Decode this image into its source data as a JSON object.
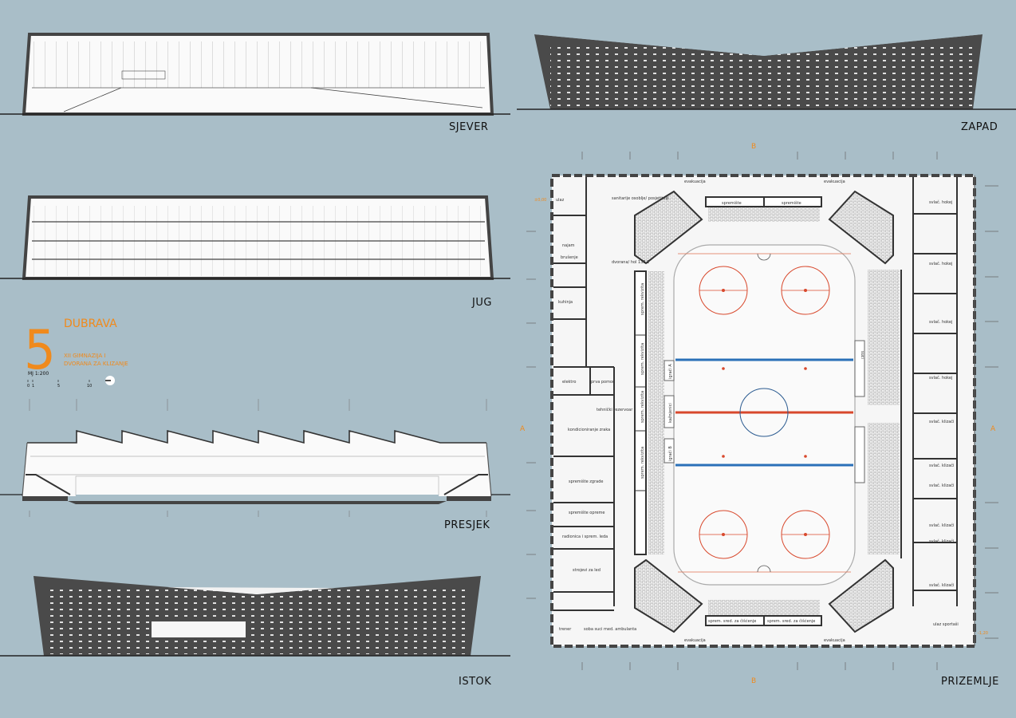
{
  "sheet": {
    "views": {
      "north": "SJEVER",
      "west": "ZAPAD",
      "south": "JUG",
      "section": "PRESJEK",
      "east": "ISTOK",
      "ground_floor": "PRIZEMLJE"
    },
    "title_block": {
      "number": "5",
      "name": "DUBRAVA",
      "subtitle_line1": "XII GIMNAZIJA I",
      "subtitle_line2": "DVORANA ZA KLIZANJE",
      "scale": "MJ 1:200",
      "scale_ticks": [
        "0",
        "1",
        "5",
        "10"
      ]
    },
    "section_marks": {
      "a_left": "A",
      "a_right": "A",
      "b_top": "B",
      "b_bottom": "B"
    },
    "accent_color": "#f08a1c",
    "background_color": "#a9bec8"
  },
  "plan": {
    "rooms": {
      "evac_top_left": "evakuacija",
      "evac_top_right": "evakuacija",
      "evac_bottom_left": "evakuacija",
      "evac_bottom_right": "evakuacija",
      "storage_top_1": "spremište",
      "storage_top_2": "spremište",
      "storage_bottom_1": "sprem. sred. za čišćenje",
      "storage_bottom_2": "sprem. sred. za čišćenje",
      "sanitary": "sanitarije osoblje/ posjetitelji",
      "hall": "dvorana/ hol 133,1",
      "entry": "ulaz",
      "rental": "najam",
      "sharpening": "brušenje",
      "kitchen": "kuhinja",
      "electro": "elektro",
      "first_aid": "prva pomoć",
      "tech_room": "tehnički rezervoar",
      "hvac": "kondicioniranje zraka",
      "building_storage": "spremište zgrade",
      "equipment_storage": "spremište opreme",
      "workshop": "radionica i sprem. leda",
      "ice_machine": "strojevi za led",
      "team_bench_1": "igrači A",
      "team_bench_2": "igrači B",
      "penalty": "kažnjenici",
      "judges": "suci",
      "locker_1": "svlač. hokej",
      "locker_2": "svlač. hokej",
      "locker_3": "svlač. hokej",
      "locker_4": "svlač. hokej",
      "locker_5": "svlač. klizači",
      "locker_6": "svlač. klizači",
      "locker_7": "svlač. klizači",
      "locker_8": "svlač. klizači",
      "locker_9": "svlač. klizači",
      "locker_10": "svlač. klizači",
      "coach_room": "trener",
      "referees": "soba suci",
      "medical": "med. ambulanta",
      "lobby_sports": "ulaz sportaši",
      "stand_storage_1": "sprem. rekvizita",
      "stand_storage_2": "sprem. rekvizita",
      "stand_storage_3": "sprem. rekvizita",
      "stand_storage_4": "sprem. rekvizita"
    },
    "level_marks": [
      "±0,00",
      "-1,20"
    ]
  }
}
